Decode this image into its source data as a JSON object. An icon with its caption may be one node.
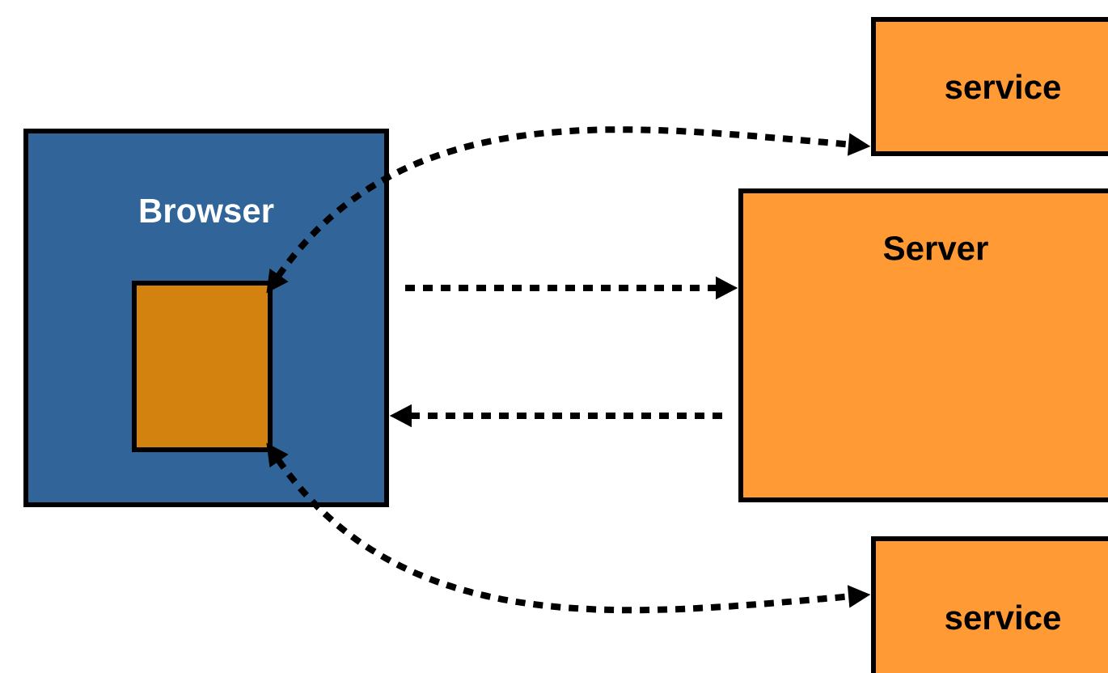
{
  "diagram": {
    "nodes": [
      {
        "text": [
          "Browser"
        ]
      },
      {
        "text": [],
        "shape": "box",
        "in": 0
      },
      {
        "text": [
          "service"
        ]
      },
      {
        "text": [
          "Server"
        ]
      },
      {
        "text": [
          "service"
        ]
      }
    ],
    "edges": [
      {
        "from": 1,
        "to": 2,
        "arrow": "both"
      },
      {
        "from": 0,
        "to": 3,
        "arrow": "to"
      },
      {
        "from": 3,
        "to": 0,
        "arrow": "to"
      },
      {
        "from": 1,
        "to": 4,
        "arrow": "both"
      }
    ]
  }
}
